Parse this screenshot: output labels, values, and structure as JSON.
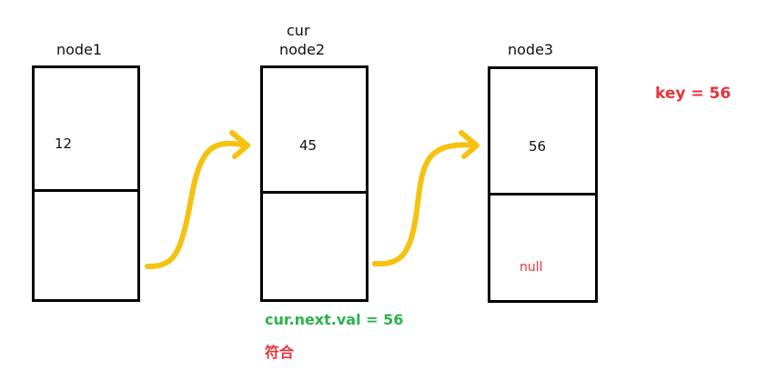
{
  "nodes": [
    {
      "name": "node1",
      "value": "12",
      "next": ""
    },
    {
      "name": "node2",
      "value": "45",
      "next": ""
    },
    {
      "name": "node3",
      "value": "56",
      "next": "null"
    }
  ],
  "pointer_label": "cur",
  "key_text": "key = 56",
  "condition_text": "cur.next.val = 56",
  "result_text": "符合",
  "colors": {
    "arrow": "#f5c211",
    "key": "#e8313a",
    "condition": "#2bb34a",
    "result": "#e8313a",
    "null": "#e8313a",
    "border": "#000000"
  }
}
